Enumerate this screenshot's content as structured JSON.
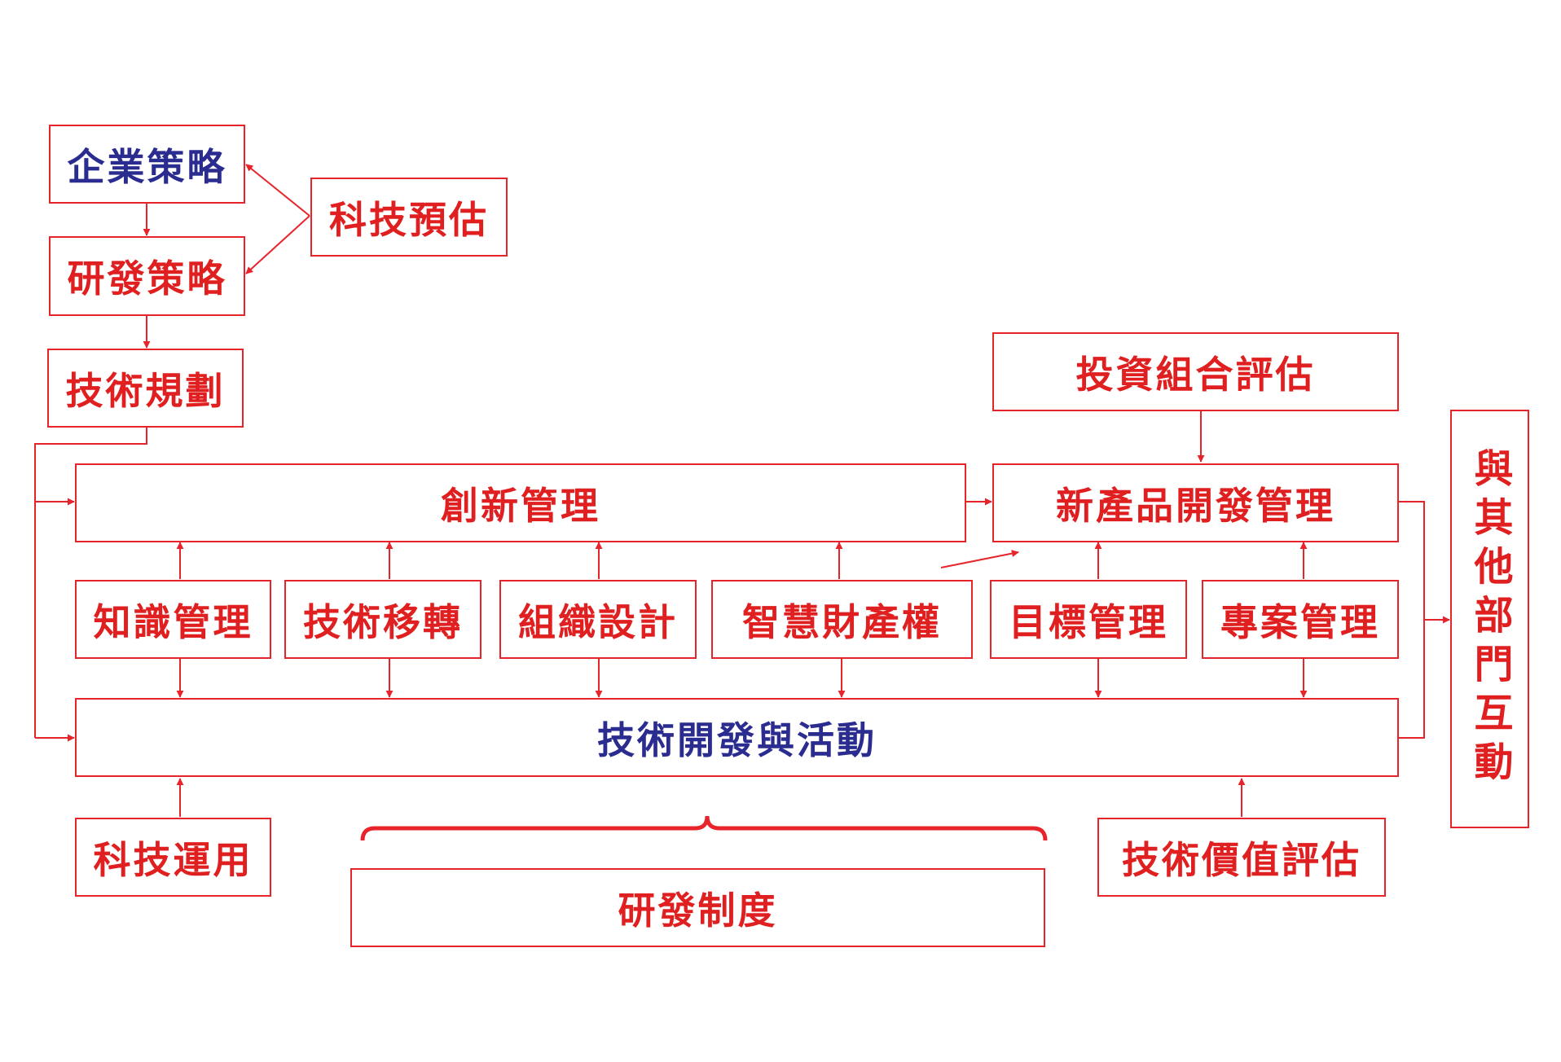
{
  "colors": {
    "line": "#e8242b",
    "text_red": "#e02020",
    "text_blue": "#2b2c8f"
  },
  "nodes": {
    "corporate_strategy": "企業策略",
    "tech_forecast": "科技預估",
    "rd_strategy": "研發策略",
    "tech_planning": "技術規劃",
    "portfolio_eval": "投資組合評估",
    "innovation_mgmt": "創新管理",
    "npd_mgmt": "新產品開發管理",
    "knowledge_mgmt": "知識管理",
    "tech_transfer": "技術移轉",
    "org_design": "組織設計",
    "ip_rights": "智慧財產權",
    "objective_mgmt": "目標管理",
    "project_mgmt": "專案管理",
    "tech_dev_activities": "技術開發與活動",
    "tech_application": "科技運用",
    "rd_system": "研發制度",
    "tech_value_eval": "技術價值評估",
    "interdept_interaction": "與其他部門互動"
  }
}
